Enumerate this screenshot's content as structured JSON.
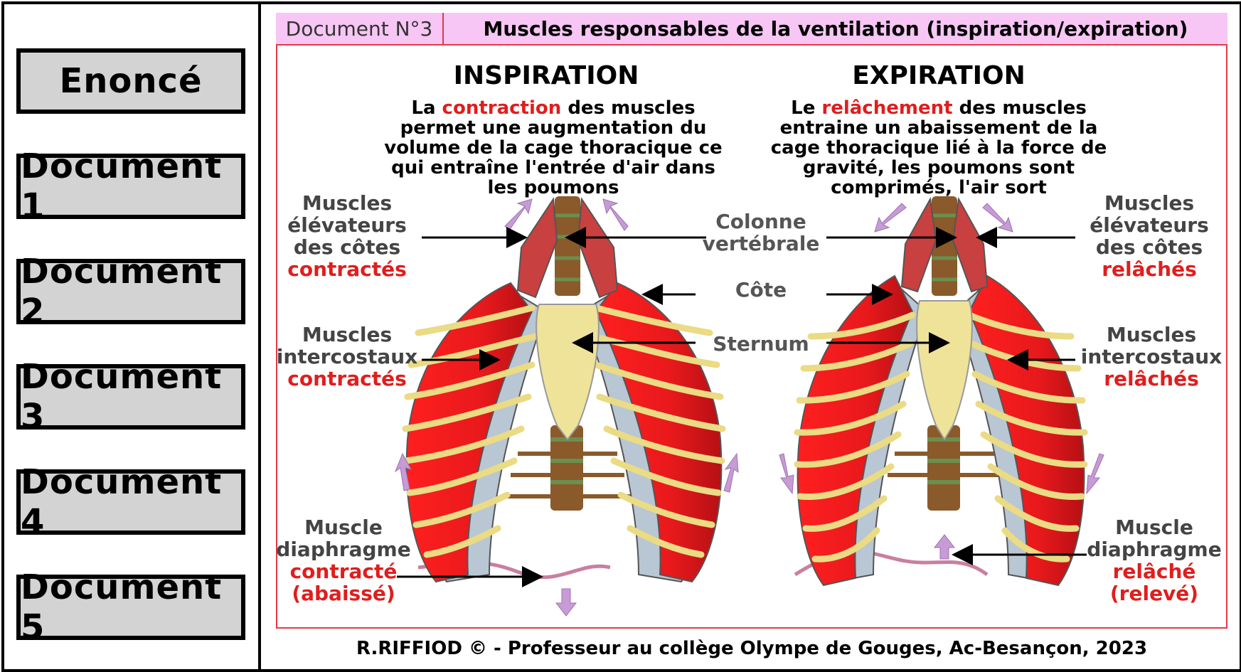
{
  "nav": {
    "enonce": "Enoncé",
    "doc1": "Document 1",
    "doc2": "Document 2",
    "doc3": "Document 3",
    "doc4": "Document 4",
    "doc5": "Document 5"
  },
  "header": {
    "doc_number": "Document N°3",
    "title": "Muscles responsables de la ventilation (inspiration/expiration)"
  },
  "inspiration": {
    "title": "INSPIRATION",
    "desc_pre": "La ",
    "desc_hl": "contraction",
    "desc_post": " des muscles permet une augmentation du volume de la cage thoracique ce qui entraîne l'entrée d'air dans les poumons",
    "elevateurs_l1": "Muscles",
    "elevateurs_l2": "élévateurs",
    "elevateurs_l3": "des côtes",
    "elevateurs_state": "contractés",
    "intercostaux_l1": "Muscles",
    "intercostaux_l2": "intercostaux",
    "intercostaux_state": "contractés",
    "diaphragme_l1": "Muscle",
    "diaphragme_l2": "diaphragme",
    "diaphragme_state": "contracté",
    "diaphragme_state2": "(abaissé)"
  },
  "expiration": {
    "title": "EXPIRATION",
    "desc_pre": "Le ",
    "desc_hl": "relâchement",
    "desc_post": " des muscles entraine un abaissement de la cage thoracique lié à la force de gravité, les poumons sont comprimés, l'air sort",
    "elevateurs_l1": "Muscles",
    "elevateurs_l2": "élévateurs",
    "elevateurs_l3": "des côtes",
    "elevateurs_state": "relâchés",
    "intercostaux_l1": "Muscles",
    "intercostaux_l2": "intercostaux",
    "intercostaux_state": "relâchés",
    "diaphragme_l1": "Muscle",
    "diaphragme_l2": "diaphragme",
    "diaphragme_state": "relâché",
    "diaphragme_state2": "(relevé)"
  },
  "center_labels": {
    "colonne_l1": "Colonne",
    "colonne_l2": "vertébrale",
    "cote": "Côte",
    "sternum": "Sternum"
  },
  "footer": "R.RIFFIOD © - Professeur au collège Olympe de Gouges, Ac-Besançon, 2023",
  "colors": {
    "muscle": "#e8191c",
    "rib": "#eadb84",
    "cartilage": "#b9c6d3",
    "sternum": "#efe39a",
    "arrow": "#c79bd6",
    "highlight": "#e11d1d",
    "header_bg": "#f7c6f4"
  }
}
